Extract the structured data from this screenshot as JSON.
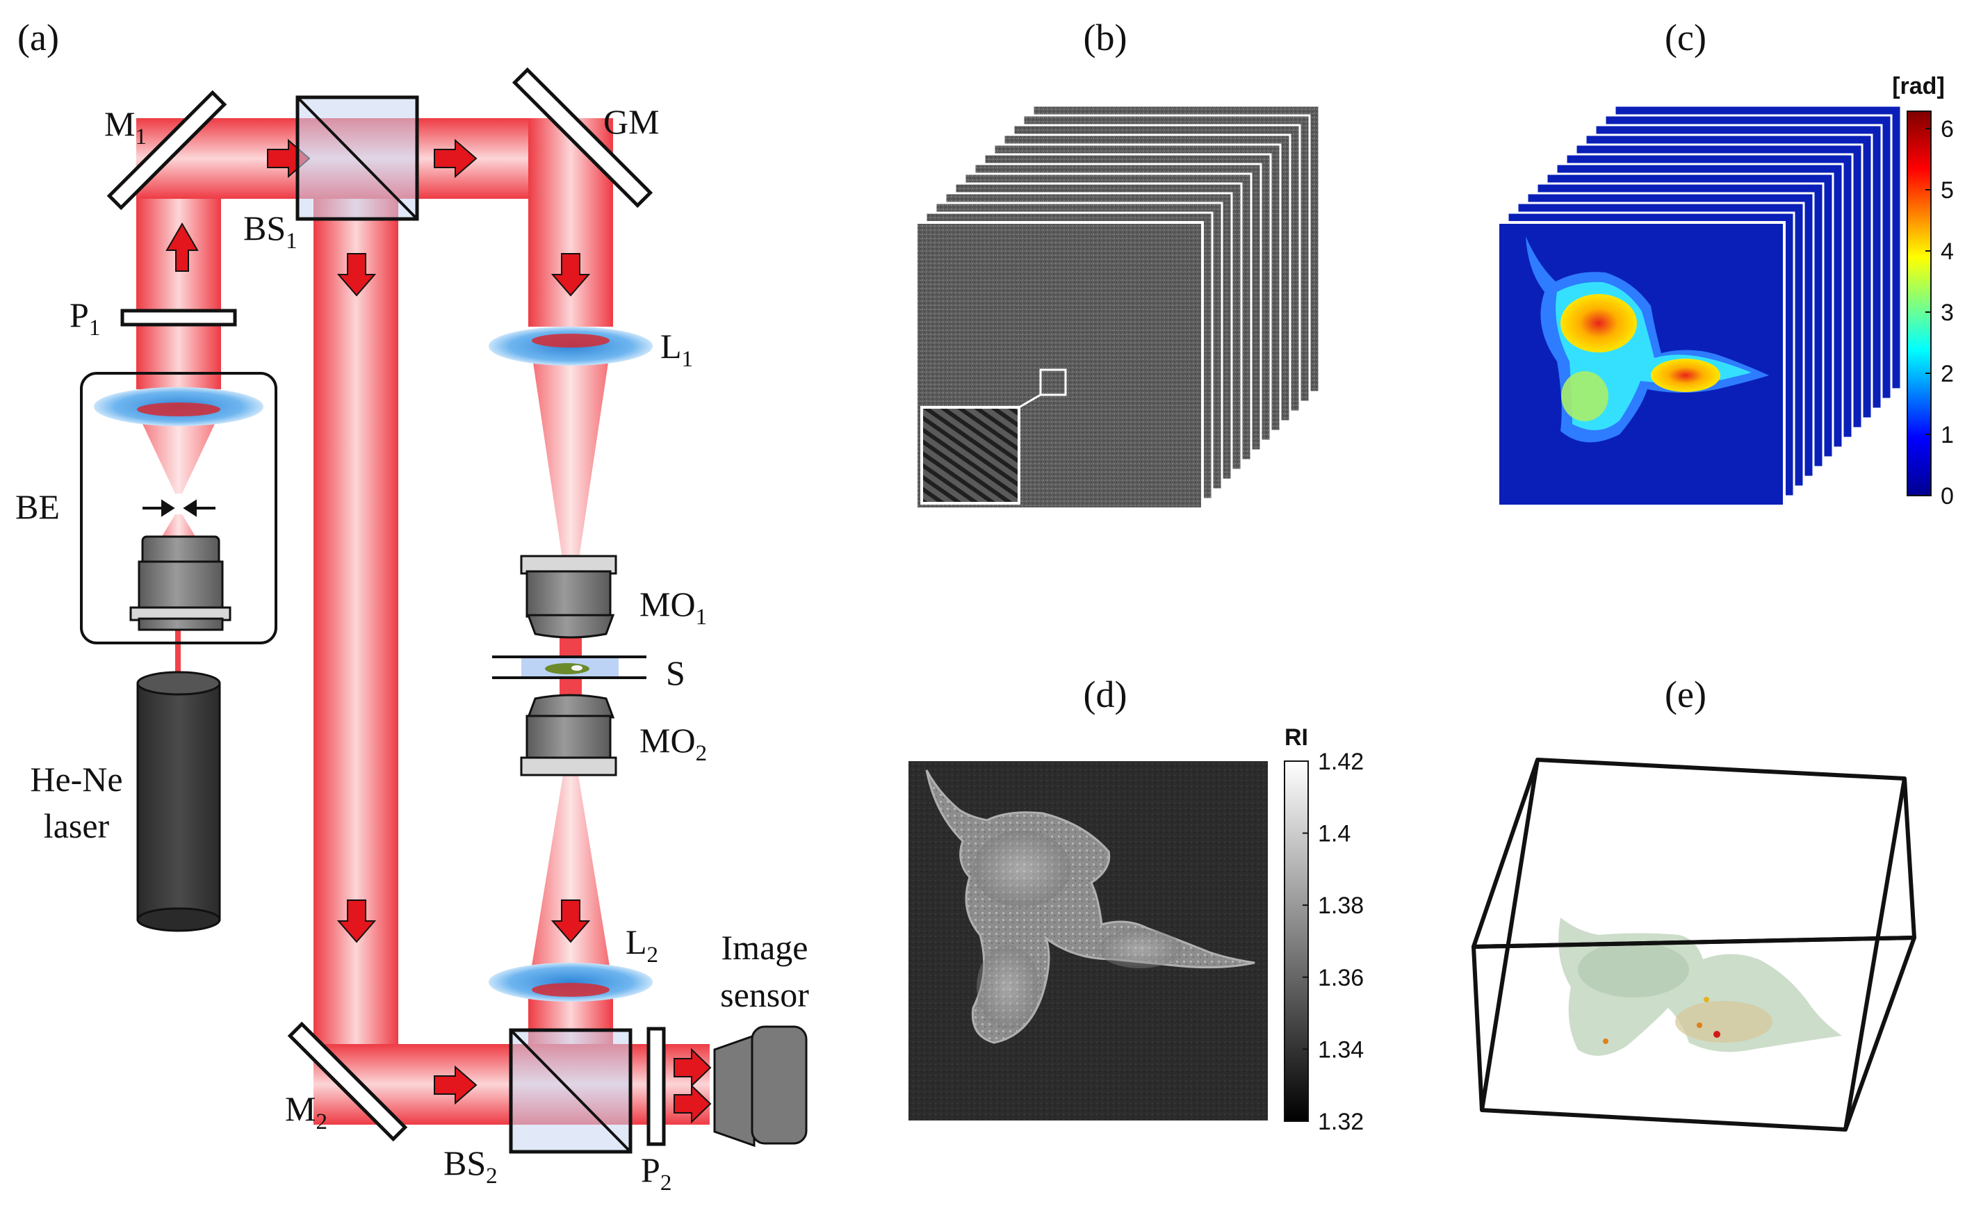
{
  "panels": {
    "a": "(a)",
    "b": "(b)",
    "c": "(c)",
    "d": "(d)",
    "e": "(e)"
  },
  "components": {
    "m1": {
      "main": "M",
      "sub": "1"
    },
    "bs1": {
      "main": "BS",
      "sub": "1"
    },
    "gm": {
      "main": "GM",
      "sub": ""
    },
    "p1": {
      "main": "P",
      "sub": "1"
    },
    "l1": {
      "main": "L",
      "sub": "1"
    },
    "be": {
      "main": "BE",
      "sub": ""
    },
    "mo1": {
      "main": "MO",
      "sub": "1"
    },
    "s": {
      "main": "S",
      "sub": ""
    },
    "mo2": {
      "main": "MO",
      "sub": "2"
    },
    "l2": {
      "main": "L",
      "sub": "2"
    },
    "m2": {
      "main": "M",
      "sub": "2"
    },
    "bs2": {
      "main": "BS",
      "sub": "2"
    },
    "p2": {
      "main": "P",
      "sub": "2"
    },
    "laser": {
      "line1": "He-Ne",
      "line2": "laser"
    },
    "sensor": {
      "line1": "Image",
      "line2": "sensor"
    }
  },
  "colorbar_phase": {
    "title": "[rad]",
    "ticks": [
      "6",
      "5",
      "4",
      "3",
      "2",
      "1",
      "0"
    ],
    "colors": [
      "#800000",
      "#ff0000",
      "#ffff00",
      "#00ffff",
      "#0000ff",
      "#00008f"
    ]
  },
  "colorbar_ri": {
    "title": "RI",
    "ticks": [
      "1.42",
      "1.4",
      "1.38",
      "1.36",
      "1.34",
      "1.32"
    ]
  },
  "colors": {
    "beam": "#f0424a",
    "beam_light": "#fbd0d2",
    "arrow": "#e2161c",
    "lens": "#5aa8ea",
    "objective": "#7a7a7a",
    "laser_body": "#3a3a3a",
    "jet_background": "#0a1fb8"
  }
}
